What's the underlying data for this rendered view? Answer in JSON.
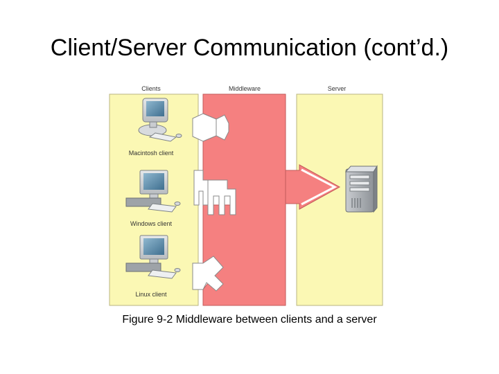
{
  "title": "Client/Server Communication (cont’d.)",
  "caption": "Figure 9-2 Middleware between clients and a server",
  "diagram": {
    "column_labels": {
      "clients": "Clients",
      "middleware": "Middleware",
      "server": "Server"
    },
    "clients": [
      {
        "label": "Macintosh client",
        "icon": "macintosh-computer-icon"
      },
      {
        "label": "Windows client",
        "icon": "windows-computer-icon"
      },
      {
        "label": "Linux client",
        "icon": "linux-computer-icon"
      }
    ],
    "server_icon": "server-tower-icon",
    "colors": {
      "client_panel": "#fbf8b4",
      "middleware_panel": "#f58080",
      "server_panel": "#fbf8b4",
      "text": "#333333"
    }
  }
}
